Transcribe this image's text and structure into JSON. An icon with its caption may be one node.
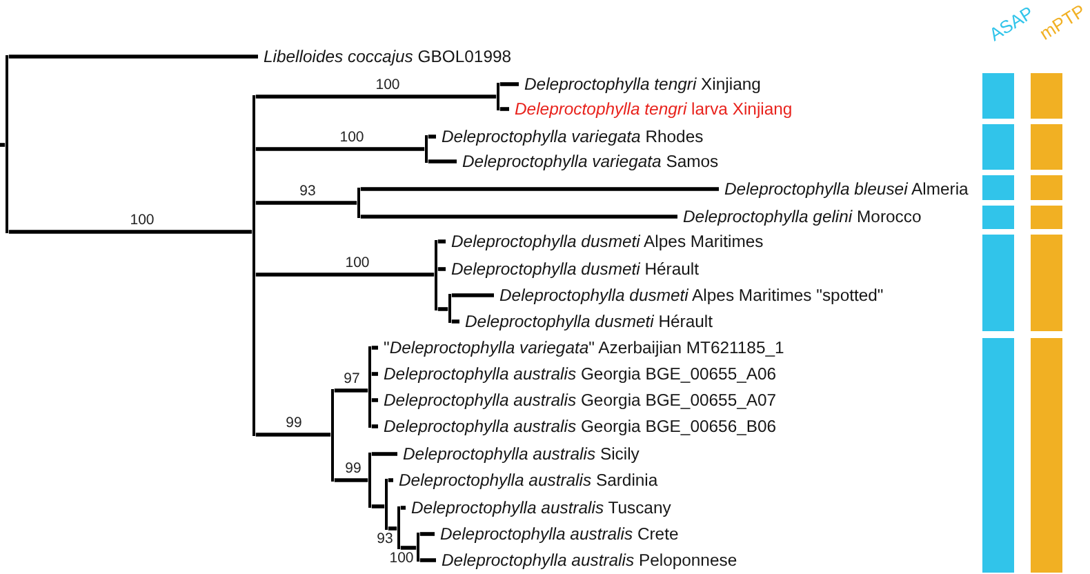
{
  "diagram": {
    "nodes": [
      {
        "text": [],
        "shape": "bar"
      },
      {
        "text": [
          "*Libelloides coccajus* GBOL01998"
        ]
      },
      {
        "text": [],
        "shape": "bar"
      },
      {
        "text": [],
        "shape": "bar"
      },
      {
        "text": [
          "*Deleproctophylla tengri* Xinjiang"
        ]
      },
      {
        "text": [
          "*Deleproctophylla tengri* larva Xinjiang"
        ]
      },
      {
        "text": [],
        "shape": "bar"
      },
      {
        "text": [
          "*Deleproctophylla variegata* Rhodes"
        ]
      },
      {
        "text": [
          "*Deleproctophylla variegata* Samos"
        ]
      },
      {
        "text": [],
        "shape": "bar"
      },
      {
        "text": [
          "*Deleproctophylla bleusei* Almeria"
        ]
      },
      {
        "text": [
          "*Deleproctophylla gelini* Morocco"
        ]
      },
      {
        "text": [],
        "shape": "bar"
      },
      {
        "text": [
          "*Deleproctophylla dusmeti* Alpes Maritimes"
        ]
      },
      {
        "text": [
          "*Deleproctophylla dusmeti* Hérault"
        ]
      },
      {
        "text": [],
        "shape": "bar"
      },
      {
        "text": [
          "*Deleproctophylla dusmeti* Alpes Maritimes \"spotted\""
        ]
      },
      {
        "text": [
          "*Deleproctophylla dusmeti* Hérault"
        ]
      },
      {
        "text": [],
        "shape": "bar"
      },
      {
        "text": [],
        "shape": "bar"
      },
      {
        "text": [
          "\"*Deleproctophylla variegata*\" Azerbaijian MT621185_1"
        ]
      },
      {
        "text": [
          "*Deleproctophylla australis* Georgia BGE_00655_A06"
        ]
      },
      {
        "text": [
          "*Deleproctophylla australis* Georgia BGE_00655_A07"
        ]
      },
      {
        "text": [
          "*Deleproctophylla australis* Georgia BGE_00656_B06"
        ]
      },
      {
        "text": [],
        "shape": "bar"
      },
      {
        "text": [
          "*Deleproctophylla australis* Sicily"
        ]
      },
      {
        "text": [],
        "shape": "bar"
      },
      {
        "text": [
          "*Deleproctophylla australis* Sardinia"
        ]
      },
      {
        "text": [],
        "shape": "bar"
      },
      {
        "text": [
          "*Deleproctophylla australis* Tuscany"
        ]
      },
      {
        "text": [],
        "shape": "bar"
      },
      {
        "text": [
          "*Deleproctophylla australis* Crete"
        ]
      },
      {
        "text": [
          "*Deleproctophylla australis* Peloponnese"
        ]
      }
    ],
    "edges": [
      {
        "from": null,
        "to": 0,
        "arrow": "none"
      },
      {
        "from": 0,
        "to": 1,
        "arrow": "none"
      },
      {
        "from": 0,
        "to": 2,
        "arrow": "none",
        "label": "100"
      },
      {
        "from": 2,
        "to": 3,
        "arrow": "none",
        "label": "100"
      },
      {
        "from": 3,
        "to": 4,
        "arrow": "none"
      },
      {
        "from": 3,
        "to": 5,
        "arrow": "none"
      },
      {
        "from": 2,
        "to": 6,
        "arrow": "none",
        "label": "100"
      },
      {
        "from": 6,
        "to": 7,
        "arrow": "none"
      },
      {
        "from": 6,
        "to": 8,
        "arrow": "none"
      },
      {
        "from": 2,
        "to": 9,
        "arrow": "none",
        "label": "93"
      },
      {
        "from": 9,
        "to": 10,
        "arrow": "none"
      },
      {
        "from": 9,
        "to": 11,
        "arrow": "none"
      },
      {
        "from": 2,
        "to": 12,
        "arrow": "none",
        "label": "100"
      },
      {
        "from": 12,
        "to": 13,
        "arrow": "none"
      },
      {
        "from": 12,
        "to": 14,
        "arrow": "none"
      },
      {
        "from": 12,
        "to": 15,
        "arrow": "none"
      },
      {
        "from": 15,
        "to": 16,
        "arrow": "none"
      },
      {
        "from": 15,
        "to": 17,
        "arrow": "none"
      },
      {
        "from": 2,
        "to": 18,
        "arrow": "none",
        "label": "99"
      },
      {
        "from": 18,
        "to": 19,
        "arrow": "none",
        "label": "97"
      },
      {
        "from": 19,
        "to": 20,
        "arrow": "none"
      },
      {
        "from": 19,
        "to": 21,
        "arrow": "none"
      },
      {
        "from": 19,
        "to": 22,
        "arrow": "none"
      },
      {
        "from": 19,
        "to": 23,
        "arrow": "none"
      },
      {
        "from": 18,
        "to": 24,
        "arrow": "none",
        "label": "99"
      },
      {
        "from": 24,
        "to": 25,
        "arrow": "none"
      },
      {
        "from": 24,
        "to": 26,
        "arrow": "none"
      },
      {
        "from": 26,
        "to": 27,
        "arrow": "none"
      },
      {
        "from": 26,
        "to": 28,
        "arrow": "none",
        "label": "93"
      },
      {
        "from": 28,
        "to": 29,
        "arrow": "none"
      },
      {
        "from": 28,
        "to": 30,
        "arrow": "none",
        "label": "100"
      },
      {
        "from": 30,
        "to": 31,
        "arrow": "none"
      },
      {
        "from": 30,
        "to": 32,
        "arrow": "none"
      }
    ],
    "labels": [
      "ASAP",
      "mPTP"
    ]
  }
}
